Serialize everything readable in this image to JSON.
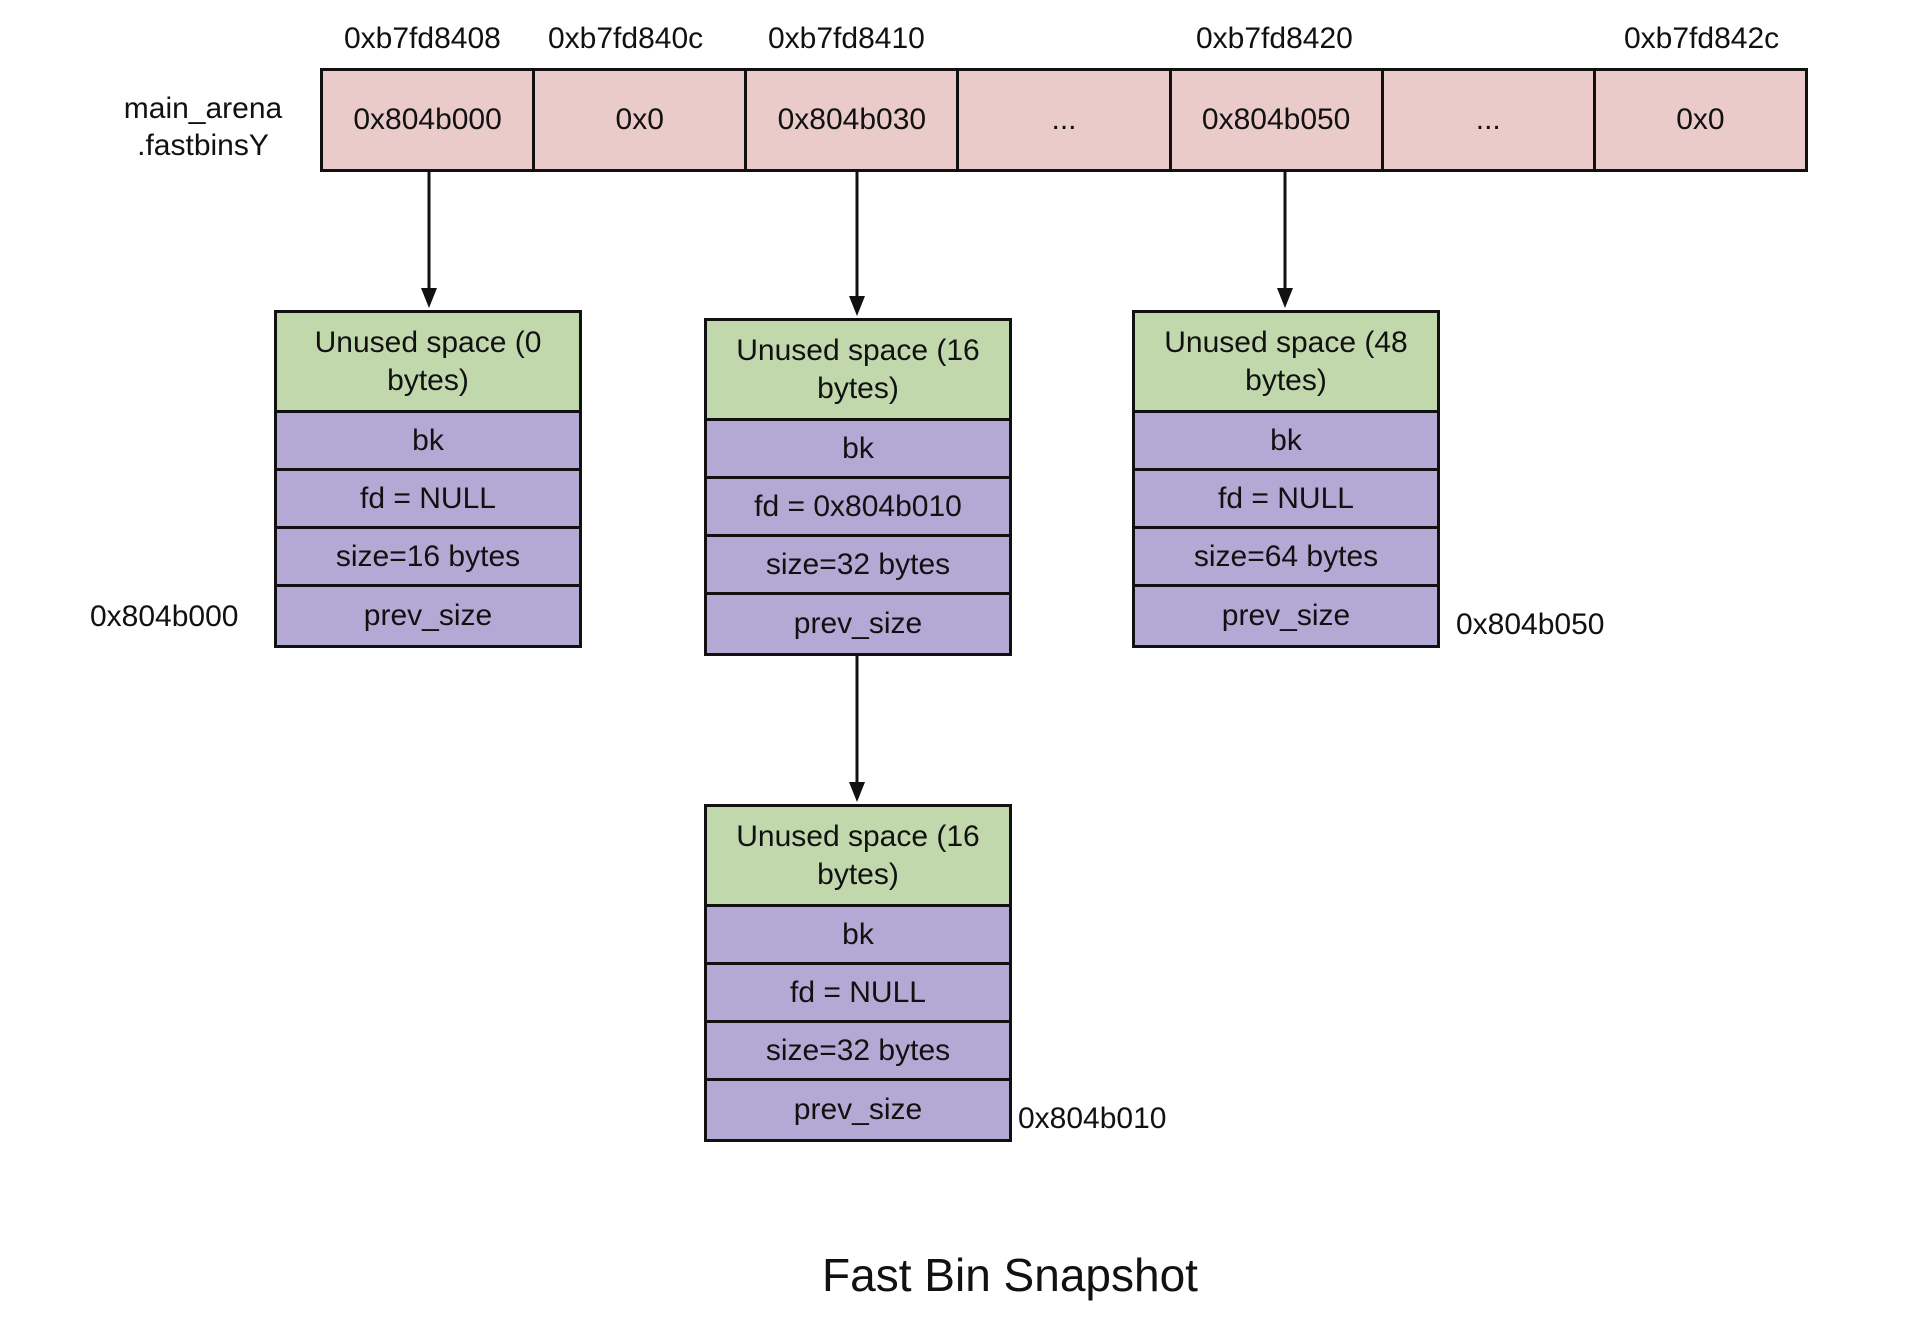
{
  "arena": {
    "label_line1": "main_arena",
    "label_line2": ".fastbinsY",
    "addresses": [
      "0xb7fd8408",
      "0xb7fd840c",
      "0xb7fd8410",
      "0xb7fd8420",
      "0xb7fd842c"
    ],
    "cells": [
      "0x804b000",
      "0x0",
      "0x804b030",
      "...",
      "0x804b050",
      "...",
      "0x0"
    ]
  },
  "chunks": [
    {
      "unused": "Unused space (0 bytes)",
      "bk": "bk",
      "fd": "fd = NULL",
      "size": "size=16 bytes",
      "prev_size": "prev_size",
      "address": "0x804b000"
    },
    {
      "unused": "Unused space (16 bytes)",
      "bk": "bk",
      "fd": "fd = 0x804b010",
      "size": "size=32 bytes",
      "prev_size": "prev_size",
      "address": ""
    },
    {
      "unused": "Unused space (48 bytes)",
      "bk": "bk",
      "fd": "fd = NULL",
      "size": "size=64 bytes",
      "prev_size": "prev_size",
      "address": "0x804b050"
    },
    {
      "unused": "Unused space (16 bytes)",
      "bk": "bk",
      "fd": "fd = NULL",
      "size": "size=32 bytes",
      "prev_size": "prev_size",
      "address": "0x804b010"
    }
  ],
  "title": "Fast Bin Snapshot"
}
